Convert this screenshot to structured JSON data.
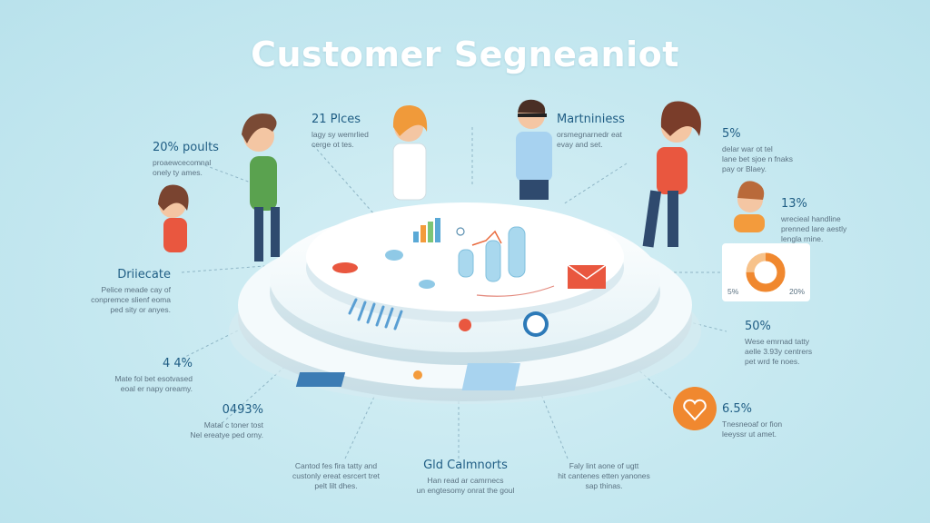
{
  "title": "Customer Segneaniot",
  "stats": {
    "s1": {
      "value": "20% poults",
      "desc1": "proaewcecomnal",
      "desc2": "onely ty ames."
    },
    "s2": {
      "value": "21 Plces",
      "desc1": "lagy sy wemrlied",
      "desc2": "cerge ot tes."
    },
    "s3": {
      "value": "Martniniess",
      "desc1": "orsmegnarnedr eat",
      "desc2": "evay and set."
    },
    "s4": {
      "value": "5%",
      "desc1": "delar war ot tel",
      "desc2": "lane bet sjoe n fnaks",
      "desc3": "pay or Blaey."
    },
    "s5": {
      "value": "13%",
      "desc1": "wrecieal handline",
      "desc2": "prenned lare aestly",
      "desc3": "lengla rnine."
    },
    "s6": {
      "value": "Driiecate",
      "desc1": "Pelice meade cay of",
      "desc2": "conpremce slienf eoma",
      "desc3": "ped sity or anyes."
    },
    "s7": {
      "value": "50%",
      "desc1": "Wese emrnad tatty",
      "desc2": "aelle 3.93y centrers",
      "desc3": "pet wrd fe noes."
    },
    "s8": {
      "value": "4 4%",
      "desc1": "Mate fol bet esotvased",
      "desc2": "eoal er napy oreamy."
    },
    "s9": {
      "value": "0493%",
      "desc1": "Matal c toner tost",
      "desc2": "Nel ereatye ped orny."
    },
    "s10": {
      "value": "6.5%",
      "desc1": "Tnesneoaf or fion",
      "desc2": "leeyssr ut amet."
    },
    "s11": {
      "desc1": "Cantod fes fira tatty and",
      "desc2": "custonly ereat esrcert tret",
      "desc3": "pelt lilt dhes."
    },
    "s12": {
      "value": "Gld Calmnorts",
      "desc1": "Han read ar camrnecs",
      "desc2": "un engtesomy onrat the goul"
    },
    "s13": {
      "desc1": "Faly lint aone of ugtt",
      "desc2": "hit cantenes etten yanones",
      "desc3": "sap thinas."
    }
  },
  "donut": {
    "left_label": "5%",
    "right_label": "20%",
    "share": 0.75
  }
}
